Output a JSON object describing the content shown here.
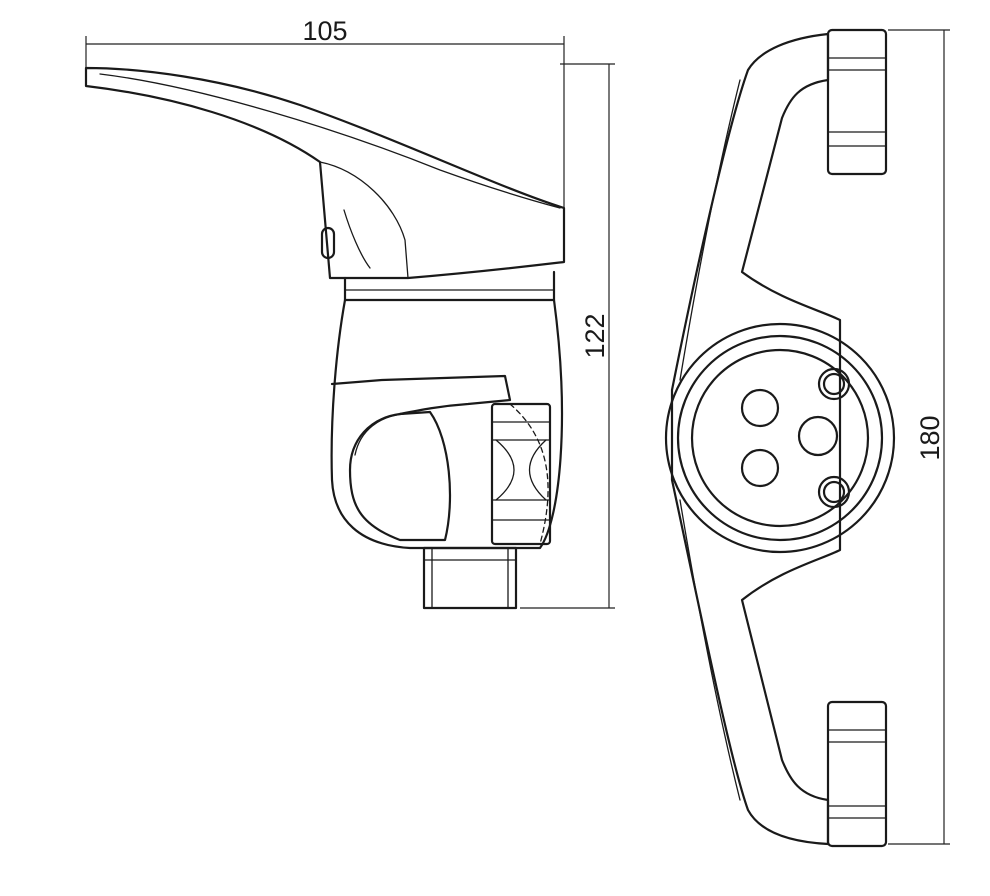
{
  "dimensions": {
    "width_label": "105",
    "height_label": "122",
    "length_label": "180"
  }
}
